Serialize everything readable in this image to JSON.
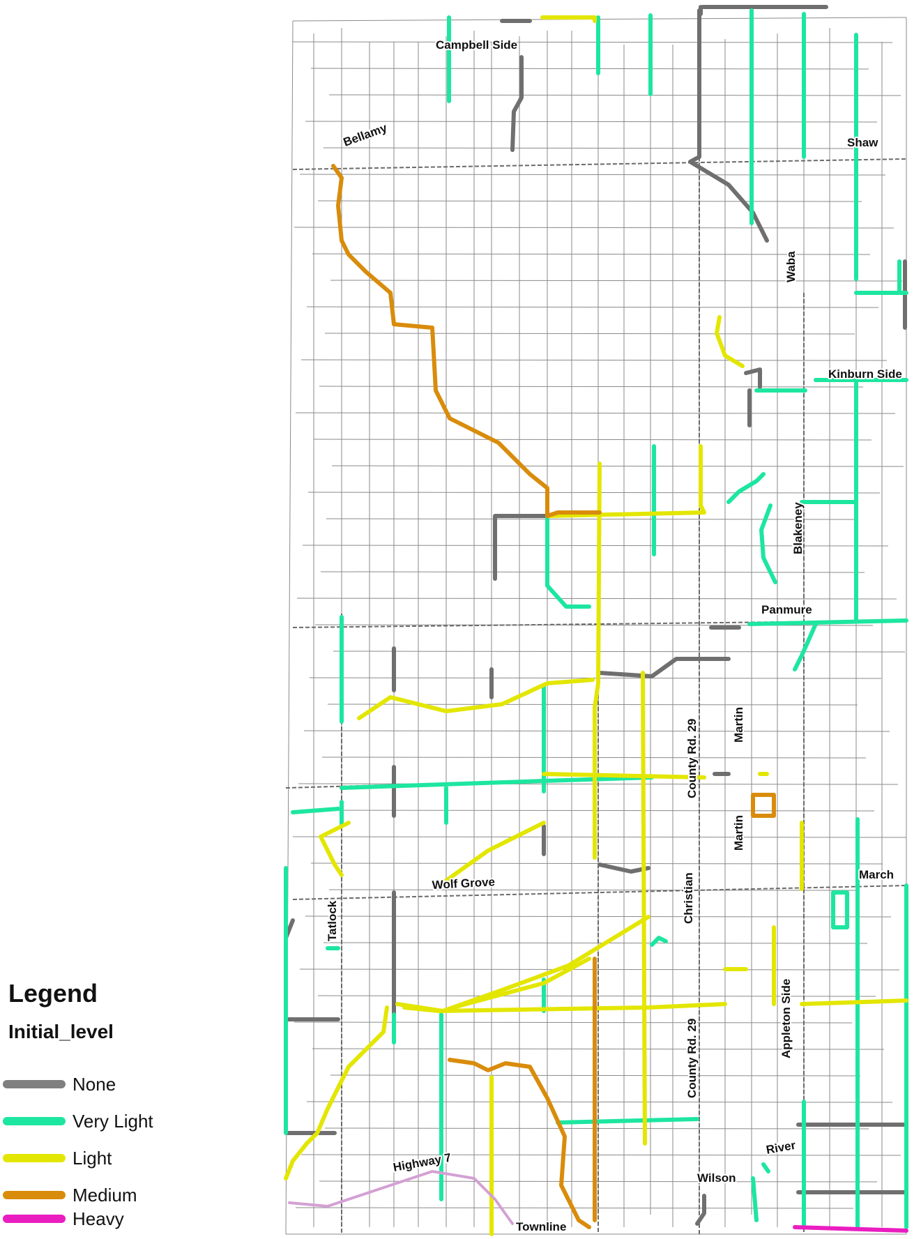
{
  "legend": {
    "title": "Legend",
    "field": "Initial_level",
    "items": [
      {
        "label": "None",
        "color": "#7f7f7f"
      },
      {
        "label": "Very Light",
        "color": "#1de6a0"
      },
      {
        "label": "Light",
        "color": "#e3e600"
      },
      {
        "label": "Medium",
        "color": "#d98c0b"
      },
      {
        "label": "Heavy",
        "color": "#ea1ec0"
      }
    ]
  },
  "road_labels": {
    "campbell_side": "Campbell Side",
    "bellamy": "Bellamy",
    "shaw": "Shaw",
    "waba": "Waba",
    "kinburn_side": "Kinburn Side",
    "blakeney": "Blakeney",
    "panmure": "Panmure",
    "county_rd_29_north": "County Rd. 29",
    "martin_north": "Martin",
    "martin_south": "Martin",
    "march": "March",
    "christian": "Christian",
    "wolf_grove": "Wolf Grove",
    "tatlock": "Tatlock",
    "county_rd_29_south": "County Rd. 29",
    "appleton_side": "Appleton Side",
    "river": "River",
    "wilson": "Wilson",
    "highway_7": "Highway 7",
    "townline": "Townline"
  }
}
